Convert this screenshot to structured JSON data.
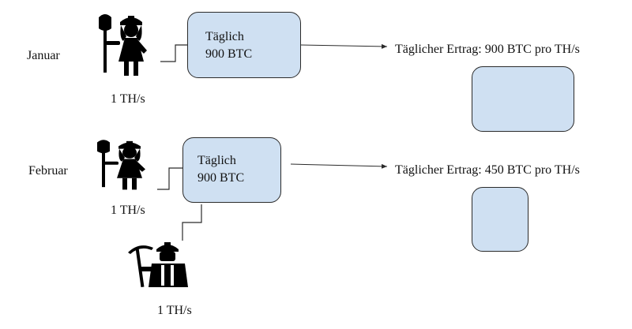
{
  "rows": {
    "january": {
      "month": "Januar",
      "miner_hashrate": "1 TH/s",
      "pool": {
        "line1": "Täglich",
        "line2": "900 BTC"
      },
      "yield_text": "Täglicher Ertrag: 900 BTC pro TH/s"
    },
    "february": {
      "month": "Februar",
      "miner1_hashrate": "1 TH/s",
      "miner2_hashrate": "1 TH/s",
      "pool": {
        "line1": "Täglich",
        "line2": "900 BTC"
      },
      "yield_text": "Täglicher Ertrag: 450 BTC pro TH/s"
    }
  },
  "icons": {
    "miner_female": "female-miner-with-shovel-icon",
    "miner_male": "male-miner-with-pickaxe-icon",
    "arrow": "arrow-right-icon"
  },
  "colors": {
    "box_fill": "#cfe0f2",
    "stroke": "#2b2b2b",
    "figure": "#000000"
  }
}
